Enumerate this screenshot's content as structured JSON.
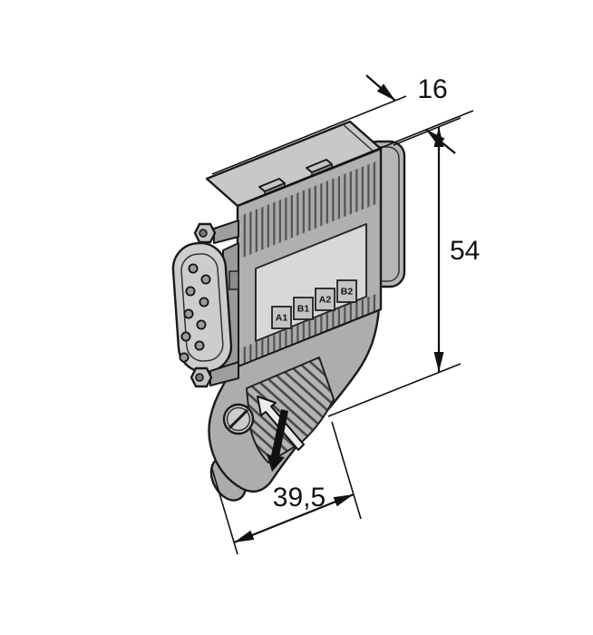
{
  "drawing": {
    "dim_depth": "16",
    "dim_height": "54",
    "dim_width": "39,5",
    "terminals": [
      "A1",
      "B1",
      "A2",
      "B2"
    ],
    "colors": {
      "outline": "#1a1a1a",
      "body": "#b0b0b0",
      "body_top": "#c8c8c8",
      "panel": "#d8d8d8",
      "wedge": "#adadad",
      "background": "#ffffff"
    }
  }
}
